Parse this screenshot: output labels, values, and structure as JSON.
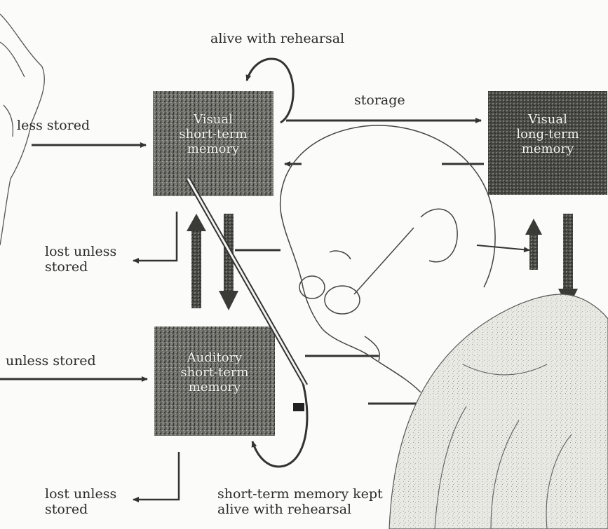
{
  "labels": {
    "top_rehearsal": "alive with rehearsal",
    "storage": "storage",
    "left_top": "less stored",
    "lost_mid_line1": "lost unless",
    "lost_mid_line2": "stored",
    "left_bottom": "unless stored",
    "lost_bottom_line1": "lost unless",
    "lost_bottom_line2": "stored",
    "bottom_rehearsal_line1": "short-term memory kept",
    "bottom_rehearsal_line2": "alive with rehearsal"
  },
  "boxes": {
    "visual_stm": [
      "Visual",
      "short-term",
      "memory"
    ],
    "visual_ltm": [
      "Visual",
      "long-term",
      "memory"
    ],
    "auditory_stm": [
      "Auditory",
      "short-term",
      "memory"
    ]
  },
  "colors": {
    "box_fill": "#6f6f6a",
    "box_dark": "#3e3e3a",
    "ink": "#333333",
    "paper": "#fbfbf9"
  }
}
